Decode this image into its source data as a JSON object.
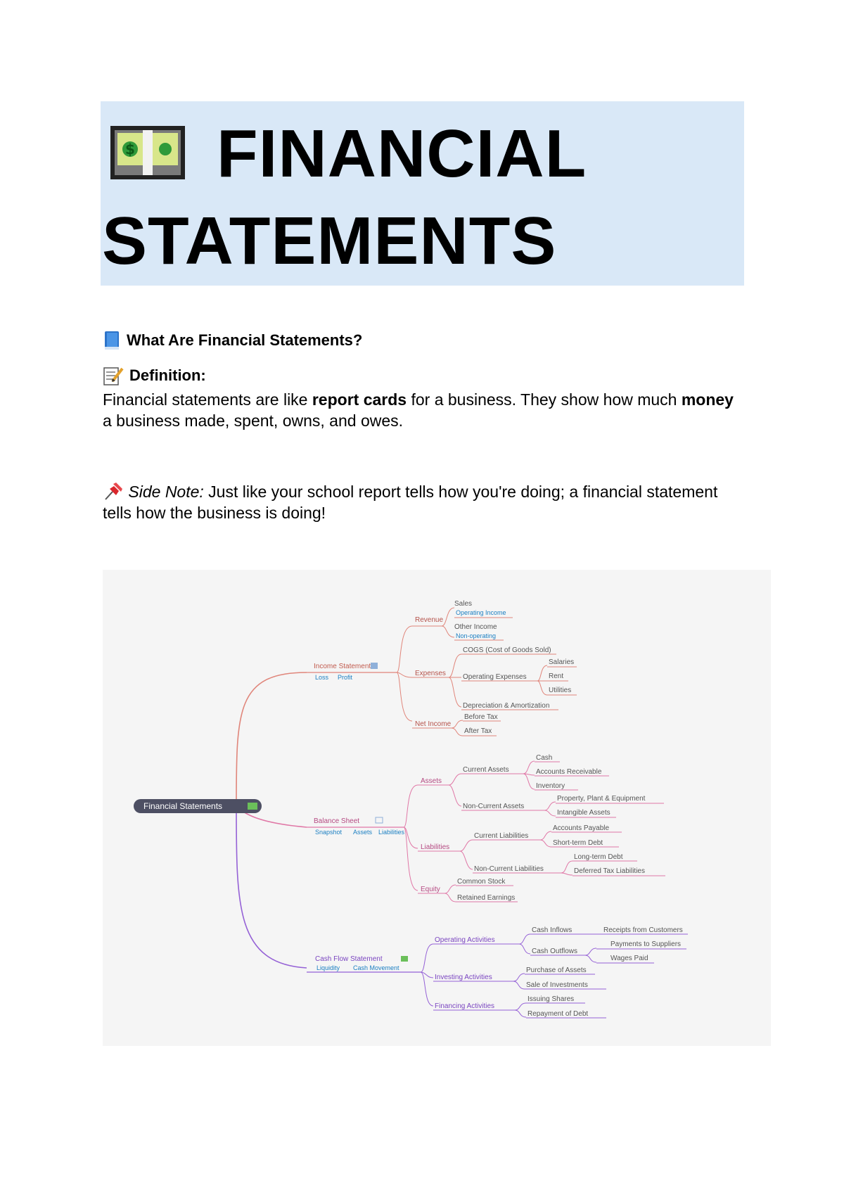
{
  "title": {
    "line1": "FINANCIAL",
    "line2": "STATEMENTS",
    "icon": "money-bill-icon"
  },
  "heading": {
    "icon": "blue-book-icon",
    "text": "What Are Financial Statements?"
  },
  "definition": {
    "icon": "memo-icon",
    "label": "Definition:",
    "t1": "Financial statements are like ",
    "b1": "report cards",
    "t2": " for a business. They show how much ",
    "b2": "money",
    "t3": " a business made, spent, owns, and owes."
  },
  "side_note": {
    "icon": "pushpin-icon",
    "label": "Side Note:",
    "text": " Just like your school report tells how you're doing; a financial statement tells how the business is doing!"
  },
  "mindmap": {
    "root": "Financial Statements",
    "income": {
      "label": "Income Statement",
      "tags": [
        "Loss",
        "Profit"
      ],
      "revenue": {
        "label": "Revenue",
        "sales": "Sales",
        "operating": "Operating Income",
        "other": "Other Income",
        "non_operating": "Non-operating"
      },
      "expenses": {
        "label": "Expenses",
        "cogs": "COGS (Cost of Goods Sold)",
        "opex": "Operating Expenses",
        "salaries": "Salaries",
        "rent": "Rent",
        "utilities": "Utilities",
        "depr": "Depreciation & Amortization"
      },
      "net": {
        "label": "Net Income",
        "before": "Before Tax",
        "after": "After Tax"
      }
    },
    "balance": {
      "label": "Balance Sheet",
      "tags": [
        "Snapshot",
        "Assets",
        "Liabilities"
      ],
      "assets": {
        "label": "Assets",
        "current": "Current Assets",
        "cash": "Cash",
        "ar": "Accounts Receivable",
        "inventory": "Inventory",
        "noncurrent": "Non-Current Assets",
        "ppe": "Property, Plant & Equipment",
        "intangible": "Intangible Assets"
      },
      "liabilities": {
        "label": "Liabilities",
        "current": "Current Liabilities",
        "ap": "Accounts Payable",
        "std": "Short-term Debt",
        "noncurrent": "Non-Current Liabilities",
        "ltd": "Long-term Debt",
        "dtl": "Deferred Tax Liabilities"
      },
      "equity": {
        "label": "Equity",
        "common": "Common Stock",
        "retained": "Retained Earnings"
      }
    },
    "cashflow": {
      "label": "Cash Flow Statement",
      "tags": [
        "Liquidity",
        "Cash Movement"
      ],
      "operating": {
        "label": "Operating Activities",
        "inflows": "Cash Inflows",
        "receipts": "Receipts from Customers",
        "outflows": "Cash Outflows",
        "suppliers": "Payments to Suppliers",
        "wages": "Wages Paid"
      },
      "investing": {
        "label": "Investing Activities",
        "purchase": "Purchase of Assets",
        "sale": "Sale of Investments"
      },
      "financing": {
        "label": "Financing Activities",
        "issuing": "Issuing Shares",
        "repayment": "Repayment of Debt"
      }
    }
  }
}
